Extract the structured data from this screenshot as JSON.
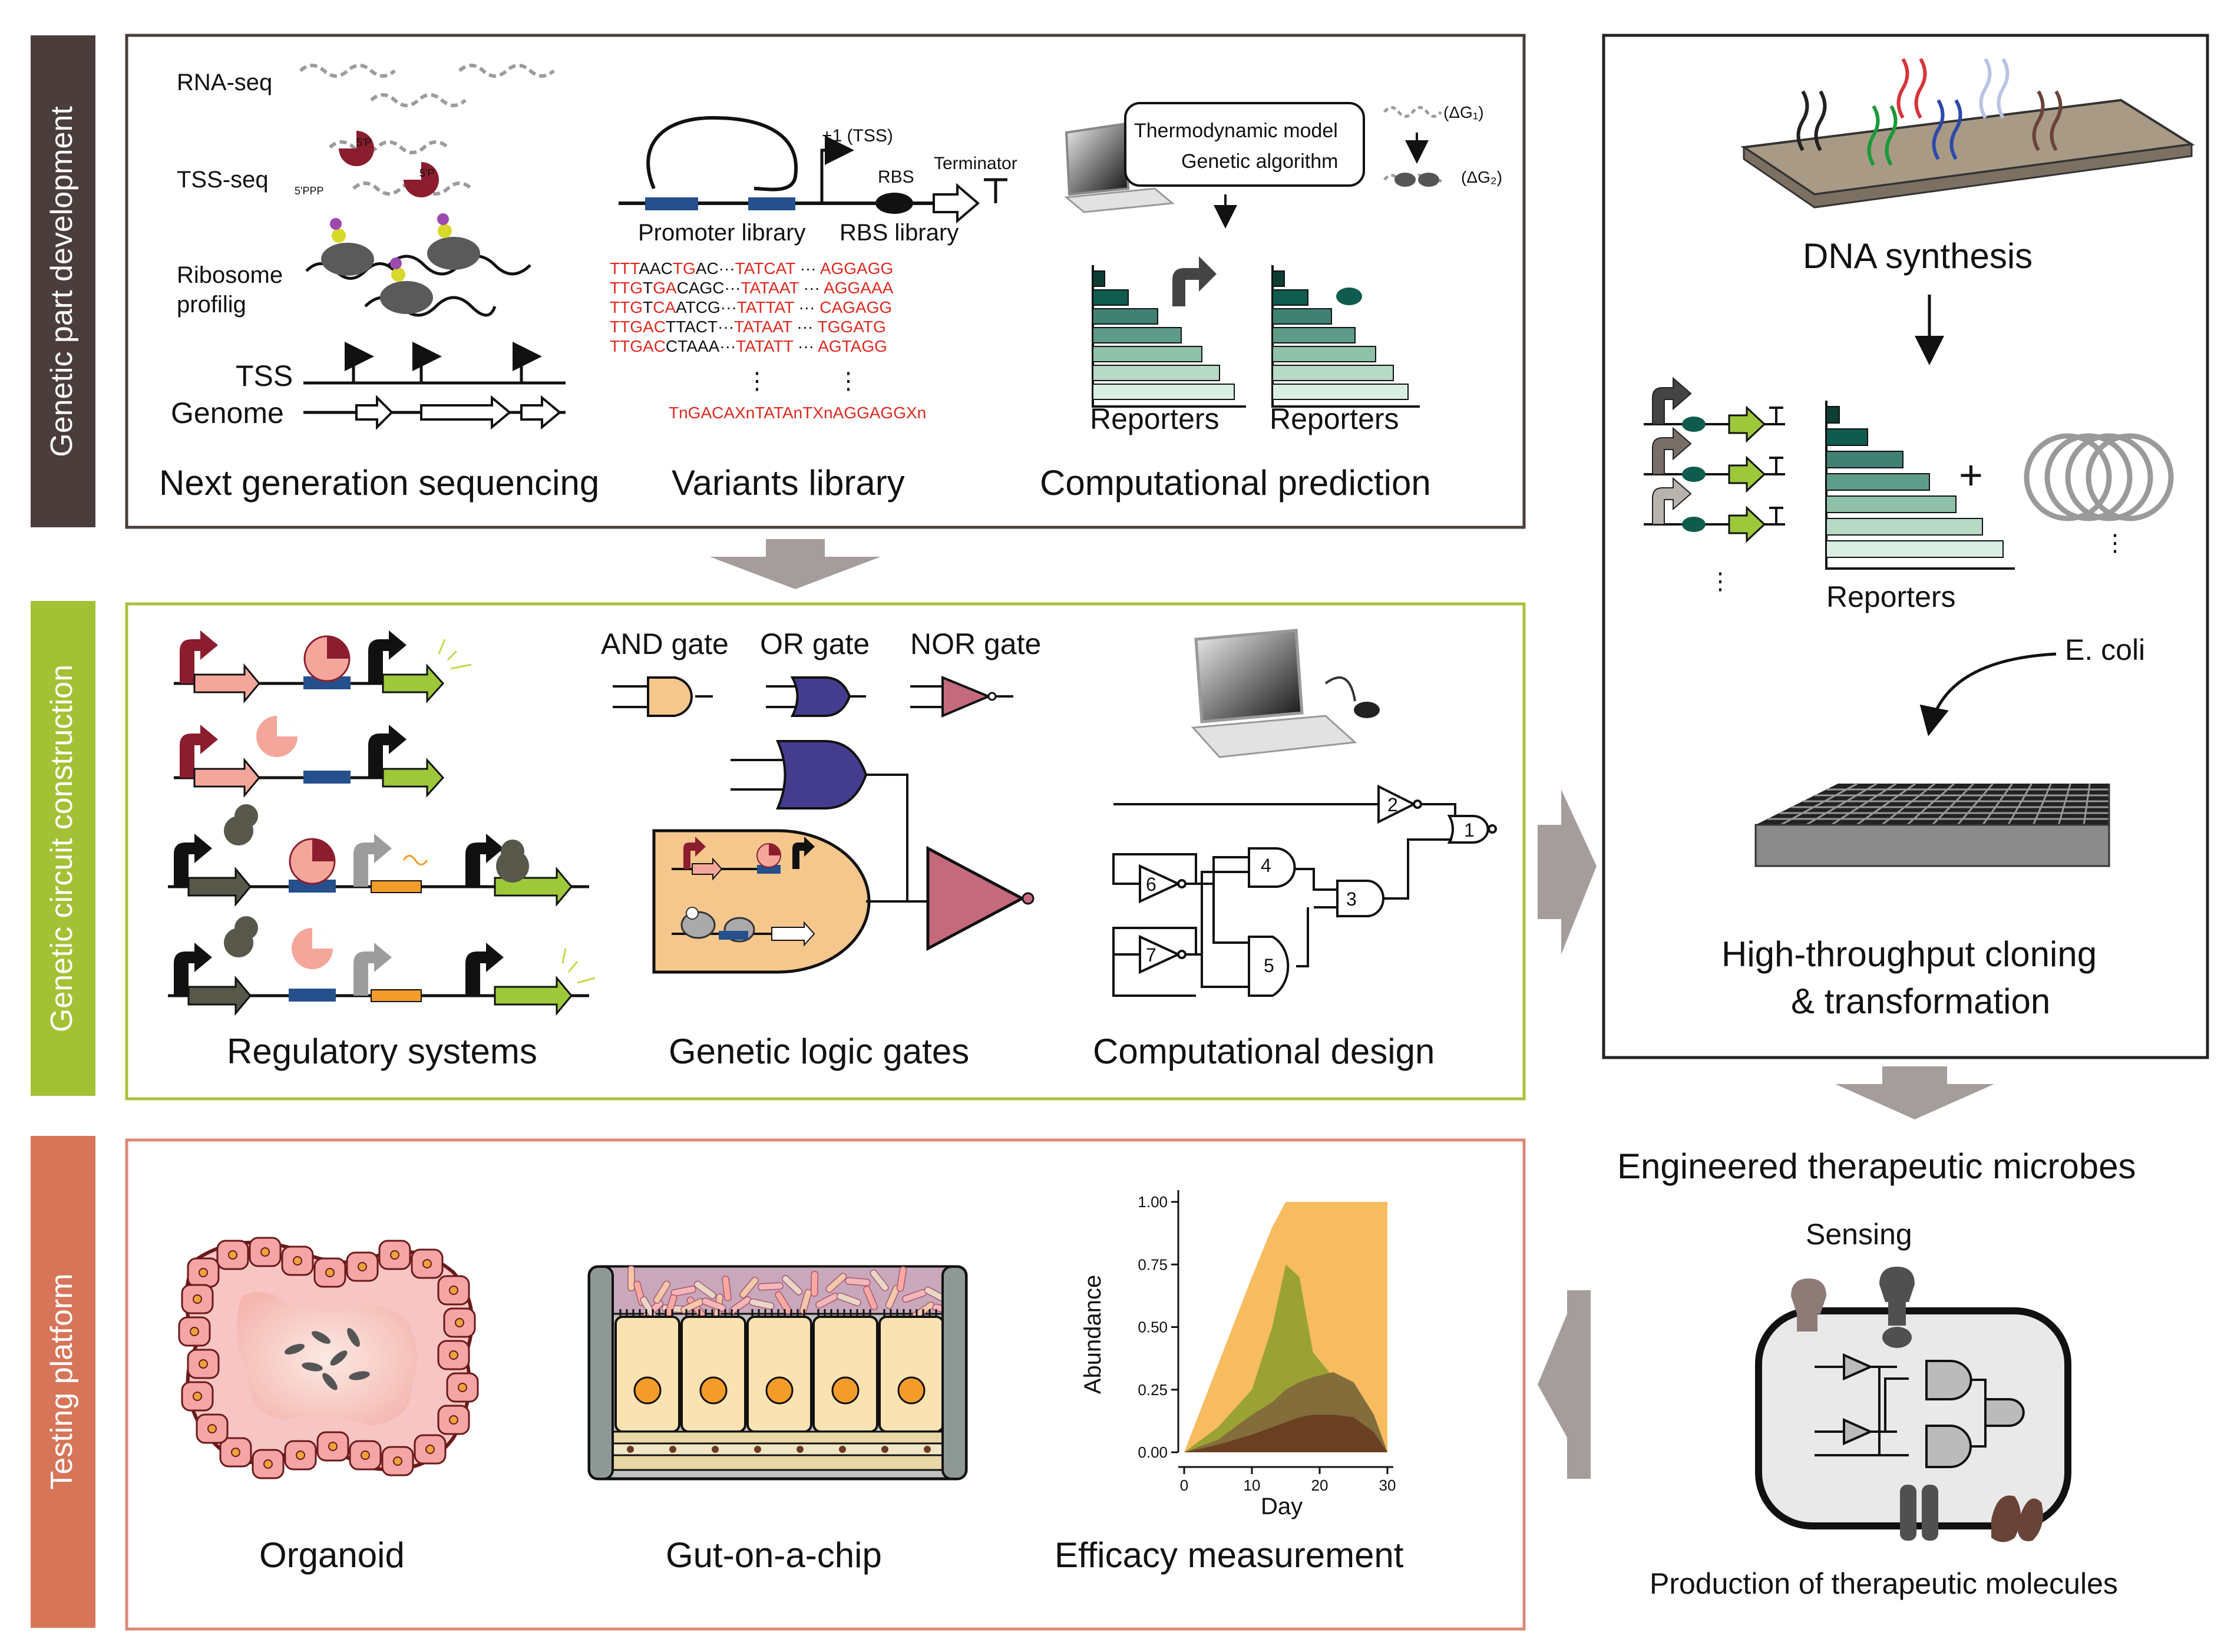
{
  "sidebars": {
    "part_development": "Genetic part development",
    "circuit_construction": "Genetic circuit construction",
    "testing_platform": "Testing platform"
  },
  "colors": {
    "part_bar": "#4a3d3b",
    "circuit_bar": "#a3c135",
    "testing_bar": "#d77558",
    "circuit_border": "#a8c23e",
    "testing_border": "#d98a75",
    "arrow_gray": "#a49d9b",
    "teal_dark": "#0f5b4d",
    "teal_light": "#d9efe3"
  },
  "ngs": {
    "rna_seq": "RNA-seq",
    "tss_seq": "TSS-seq",
    "five_p": "5'P",
    "five_ppp": "5'PPP",
    "ribosome_1": "Ribosome",
    "ribosome_2": "profilig",
    "tss": "TSS",
    "genome": "Genome",
    "caption": "Next generation sequencing"
  },
  "variants": {
    "tss_label": "+1 (TSS)",
    "rbs": "RBS",
    "terminator": "Terminator",
    "promoter_library": "Promoter library",
    "rbs_library": "RBS library",
    "consensus": "TnGACAXnTATAnTXnAGGAGGXn",
    "caption": "Variants library",
    "rows": [
      {
        "a": "TTTAACTGAC",
        "b": "TATCAT",
        "c": "AGGAGG"
      },
      {
        "a": "TTGTGACAGC",
        "b": "TATAAT",
        "c": "AGGAAA"
      },
      {
        "a": "TTGTCAATCG",
        "b": "TATTAT",
        "c": "CAGAGG"
      },
      {
        "a": "TTGACTTACT",
        "b": "TATAAT",
        "c": "TGGATG"
      },
      {
        "a": "TTGACCTAAA",
        "b": "TATATT",
        "c": "AGTAGG"
      }
    ]
  },
  "prediction": {
    "model_1": "Thermodynamic model",
    "model_2": "Genetic algorithm",
    "dg1": "(ΔG₁)",
    "dg2": "(ΔG₂)",
    "reporters_left": "Reporters",
    "reporters_right": "Reporters",
    "caption": "Computational prediction"
  },
  "synthesis": {
    "dna_synthesis": "DNA synthesis",
    "reporters": "Reporters",
    "plus": "+",
    "ecoli": "E. coli",
    "cloning_1": "High-throughput cloning",
    "cloning_2": "& transformation"
  },
  "circuit": {
    "regulatory_caption": "Regulatory systems",
    "and_gate": "AND gate",
    "or_gate": "OR gate",
    "nor_gate": "NOR gate",
    "logic_caption": "Genetic logic gates",
    "design_caption": "Computational design",
    "gate_numbers": [
      "1",
      "2",
      "3",
      "4",
      "5",
      "6",
      "7"
    ]
  },
  "microbes": {
    "title": "Engineered therapeutic microbes",
    "sensing": "Sensing",
    "production": "Production of therapeutic molecules"
  },
  "testing": {
    "organoid": "Organoid",
    "gut_chip": "Gut-on-a-chip",
    "efficacy": "Efficacy measurement"
  },
  "chart_data": {
    "type": "area",
    "xlabel": "Day",
    "ylabel": "Abundance",
    "xlim": [
      0,
      30
    ],
    "ylim": [
      0,
      1
    ],
    "xticks": [
      "0",
      "10",
      "20",
      "30"
    ],
    "yticks": [
      "0.00",
      "0.25",
      "0.50",
      "0.75",
      "1.00"
    ],
    "x": [
      0,
      5,
      10,
      13,
      15,
      17,
      19,
      22,
      25,
      28,
      30
    ],
    "series": [
      {
        "color": "#f7bb60",
        "values": [
          0.0,
          0.35,
          0.7,
          0.9,
          1.0,
          1.0,
          1.0,
          1.0,
          1.0,
          1.0,
          1.0
        ]
      },
      {
        "color": "#9aa233",
        "values": [
          0.0,
          0.1,
          0.25,
          0.5,
          0.75,
          0.7,
          0.4,
          0.3,
          0.25,
          0.15,
          0.0
        ]
      },
      {
        "color": "#836d3a",
        "values": [
          0.0,
          0.05,
          0.15,
          0.2,
          0.25,
          0.28,
          0.3,
          0.32,
          0.28,
          0.15,
          0.0
        ]
      },
      {
        "color": "#6b3f22",
        "values": [
          0.0,
          0.03,
          0.07,
          0.1,
          0.12,
          0.14,
          0.15,
          0.15,
          0.14,
          0.08,
          0.0
        ]
      }
    ]
  }
}
